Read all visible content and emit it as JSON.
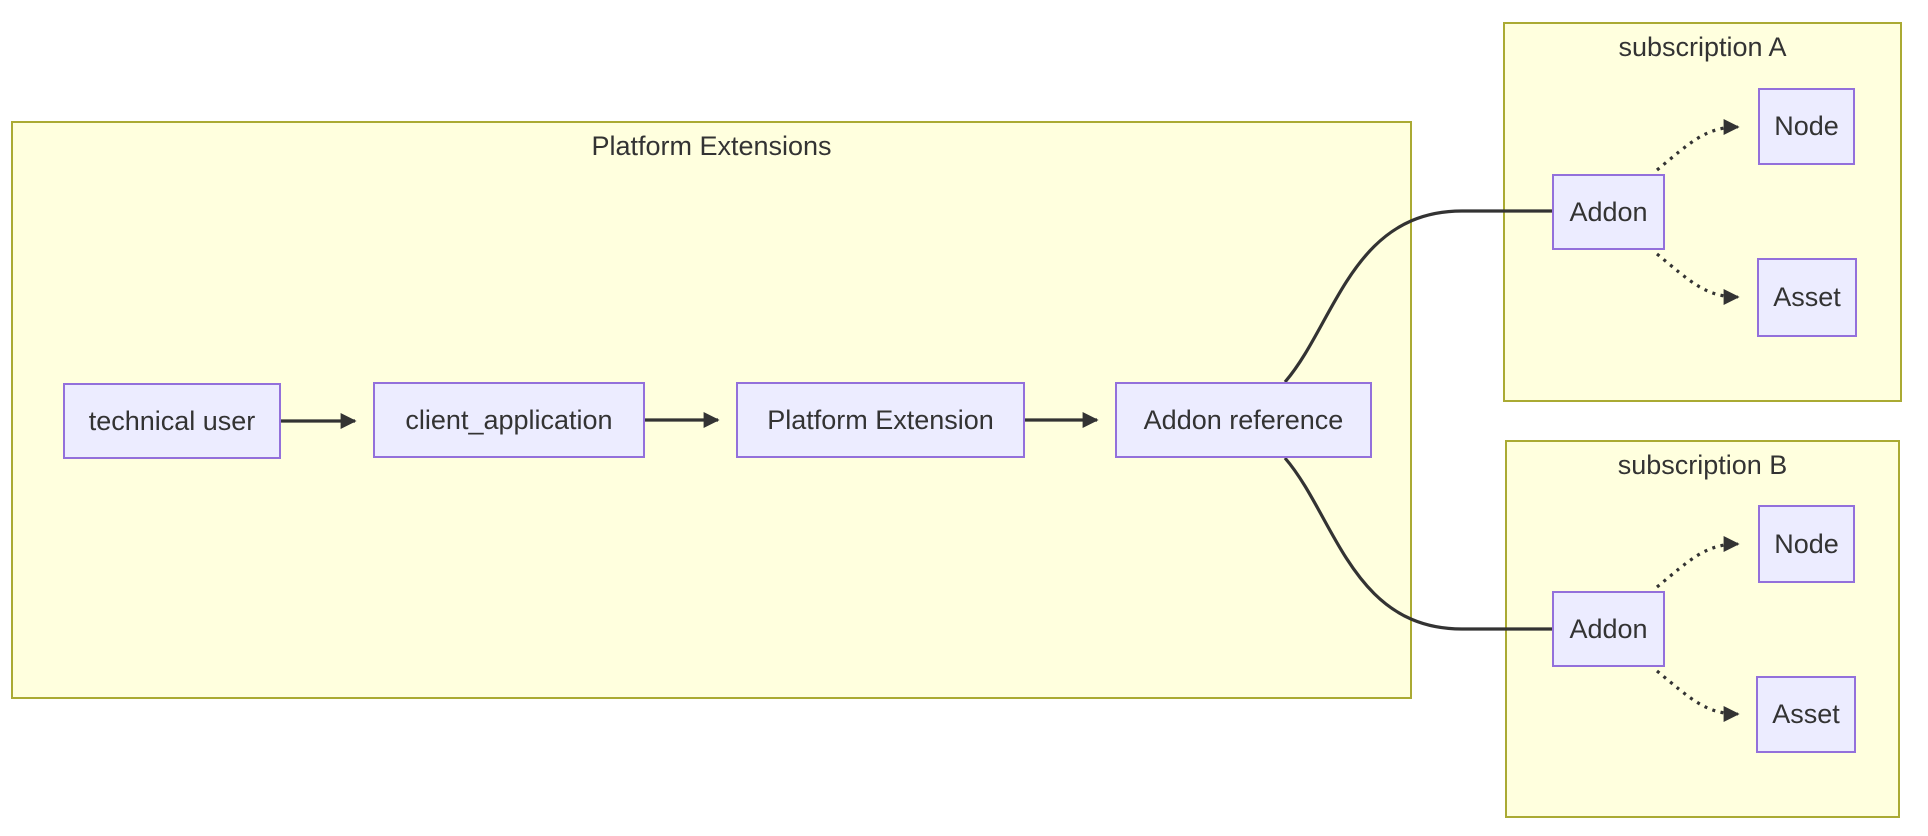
{
  "diagram": {
    "type": "flowchart",
    "clusters": {
      "platform_extensions": {
        "title": "Platform Extensions"
      },
      "subscription_a": {
        "title": "subscription A"
      },
      "subscription_b": {
        "title": "subscription B"
      }
    },
    "nodes": {
      "technical_user": {
        "label": "technical user"
      },
      "client_application": {
        "label": "client_application"
      },
      "platform_extension": {
        "label": "Platform Extension"
      },
      "addon_reference": {
        "label": "Addon reference"
      },
      "subscription_a_addon": {
        "label": "Addon"
      },
      "subscription_a_node": {
        "label": "Node"
      },
      "subscription_a_asset": {
        "label": "Asset"
      },
      "subscription_b_addon": {
        "label": "Addon"
      },
      "subscription_b_node": {
        "label": "Node"
      },
      "subscription_b_asset": {
        "label": "Asset"
      }
    },
    "edges": [
      {
        "from": "technical_user",
        "to": "client_application",
        "style": "solid",
        "arrow": true
      },
      {
        "from": "client_application",
        "to": "platform_extension",
        "style": "solid",
        "arrow": true
      },
      {
        "from": "platform_extension",
        "to": "addon_reference",
        "style": "solid",
        "arrow": true
      },
      {
        "from": "addon_reference",
        "to": "subscription_a_addon",
        "style": "solid",
        "arrow": false
      },
      {
        "from": "addon_reference",
        "to": "subscription_b_addon",
        "style": "solid",
        "arrow": false
      },
      {
        "from": "subscription_a_addon",
        "to": "subscription_a_node",
        "style": "dotted",
        "arrow": true
      },
      {
        "from": "subscription_a_addon",
        "to": "subscription_a_asset",
        "style": "dotted",
        "arrow": true
      },
      {
        "from": "subscription_b_addon",
        "to": "subscription_b_node",
        "style": "dotted",
        "arrow": true
      },
      {
        "from": "subscription_b_addon",
        "to": "subscription_b_asset",
        "style": "dotted",
        "arrow": true
      }
    ],
    "colors": {
      "node_fill": "#ECECFF",
      "node_border": "#9370DB",
      "cluster_fill": "#FFFFDE",
      "cluster_border": "#AAAA33",
      "edge": "#333333",
      "text": "#333333"
    }
  }
}
